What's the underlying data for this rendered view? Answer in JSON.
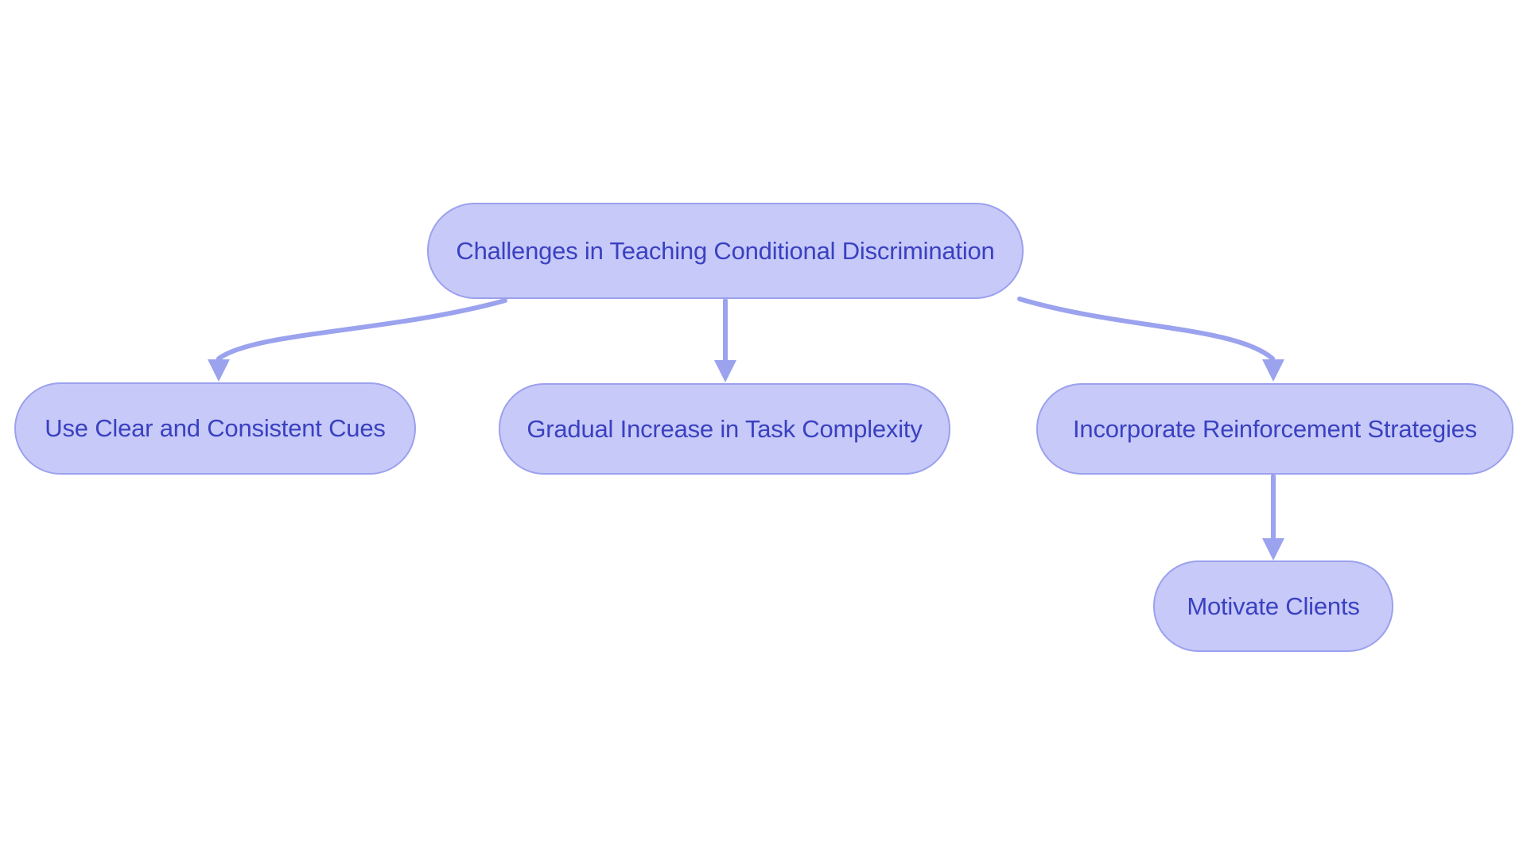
{
  "diagram": {
    "type": "flowchart",
    "orientation": "top-down",
    "background": "#ffffff",
    "palette": {
      "node_fill": "#c7c9f8",
      "node_border": "#9ba1ed",
      "node_text": "#3a41c0",
      "connector": "#9ba2ee"
    },
    "nodes": {
      "root": {
        "label": "Challenges in Teaching Conditional Discrimination"
      },
      "child_1": {
        "label": "Use Clear and Consistent Cues"
      },
      "child_2": {
        "label": "Gradual Increase in Task Complexity"
      },
      "child_3": {
        "label": "Incorporate Reinforcement Strategies"
      },
      "grandchild_1": {
        "label": "Motivate Clients"
      }
    },
    "edges": [
      {
        "from": "root",
        "to": "child_1"
      },
      {
        "from": "root",
        "to": "child_2"
      },
      {
        "from": "root",
        "to": "child_3"
      },
      {
        "from": "child_3",
        "to": "grandchild_1"
      }
    ]
  }
}
